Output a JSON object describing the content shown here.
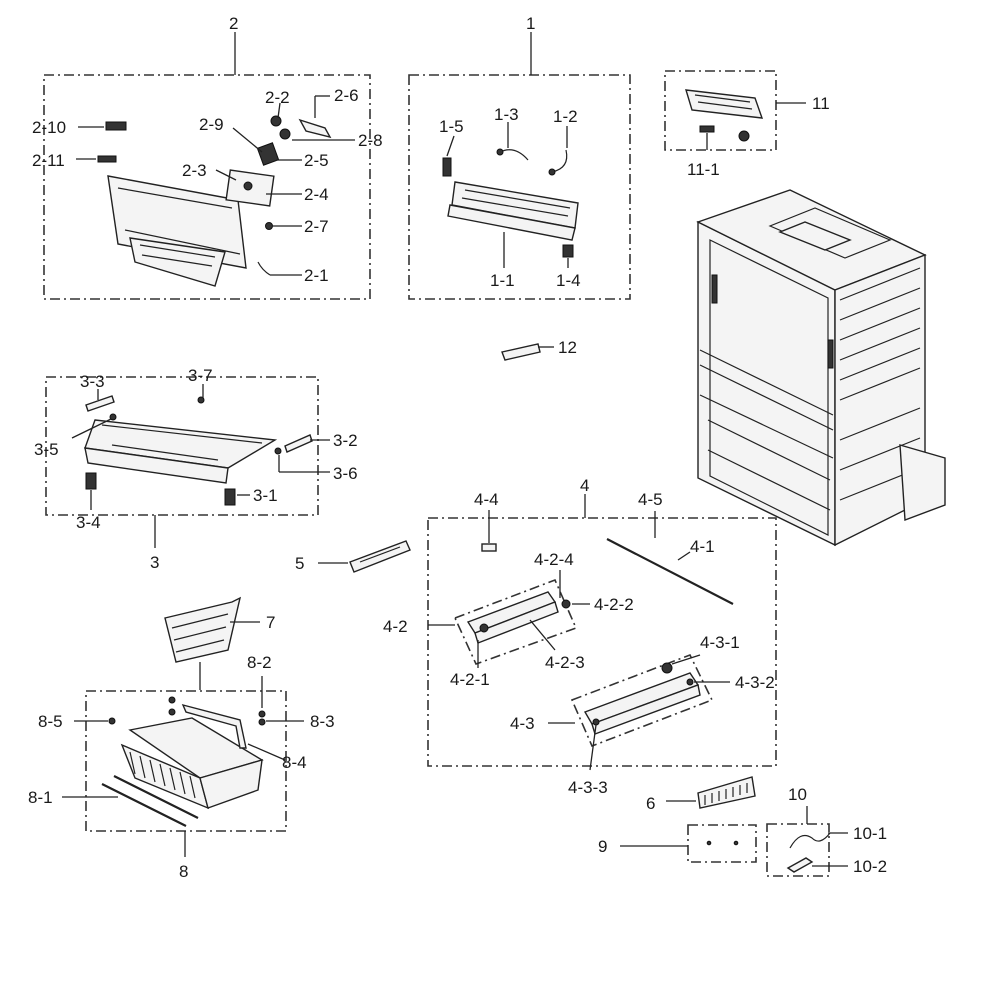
{
  "labels": {
    "p1": "1",
    "p1_1": "1-1",
    "p1_2": "1-2",
    "p1_3": "1-3",
    "p1_4": "1-4",
    "p1_5": "1-5",
    "p2": "2",
    "p2_1": "2-1",
    "p2_2": "2-2",
    "p2_3": "2-3",
    "p2_4": "2-4",
    "p2_5": "2-5",
    "p2_6": "2-6",
    "p2_7": "2-7",
    "p2_8": "2-8",
    "p2_9": "2-9",
    "p2_10": "2-10",
    "p2_11": "2-11",
    "p3": "3",
    "p3_1": "3-1",
    "p3_2": "3-2",
    "p3_3": "3-3",
    "p3_4": "3-4",
    "p3_5": "3-5",
    "p3_6": "3-6",
    "p3_7": "3-7",
    "p4": "4",
    "p4_1": "4-1",
    "p4_2": "4-2",
    "p4_2_1": "4-2-1",
    "p4_2_2": "4-2-2",
    "p4_2_3": "4-2-3",
    "p4_2_4": "4-2-4",
    "p4_3": "4-3",
    "p4_3_1": "4-3-1",
    "p4_3_2": "4-3-2",
    "p4_3_3": "4-3-3",
    "p4_4": "4-4",
    "p4_5": "4-5",
    "p5": "5",
    "p6": "6",
    "p7": "7",
    "p8": "8",
    "p8_1": "8-1",
    "p8_2": "8-2",
    "p8_3": "8-3",
    "p8_4": "8-4",
    "p8_5": "8-5",
    "p9": "9",
    "p10": "10",
    "p10_1": "10-1",
    "p10_2": "10-2",
    "p11": "11",
    "p11_1": "11-1",
    "p12": "12"
  }
}
